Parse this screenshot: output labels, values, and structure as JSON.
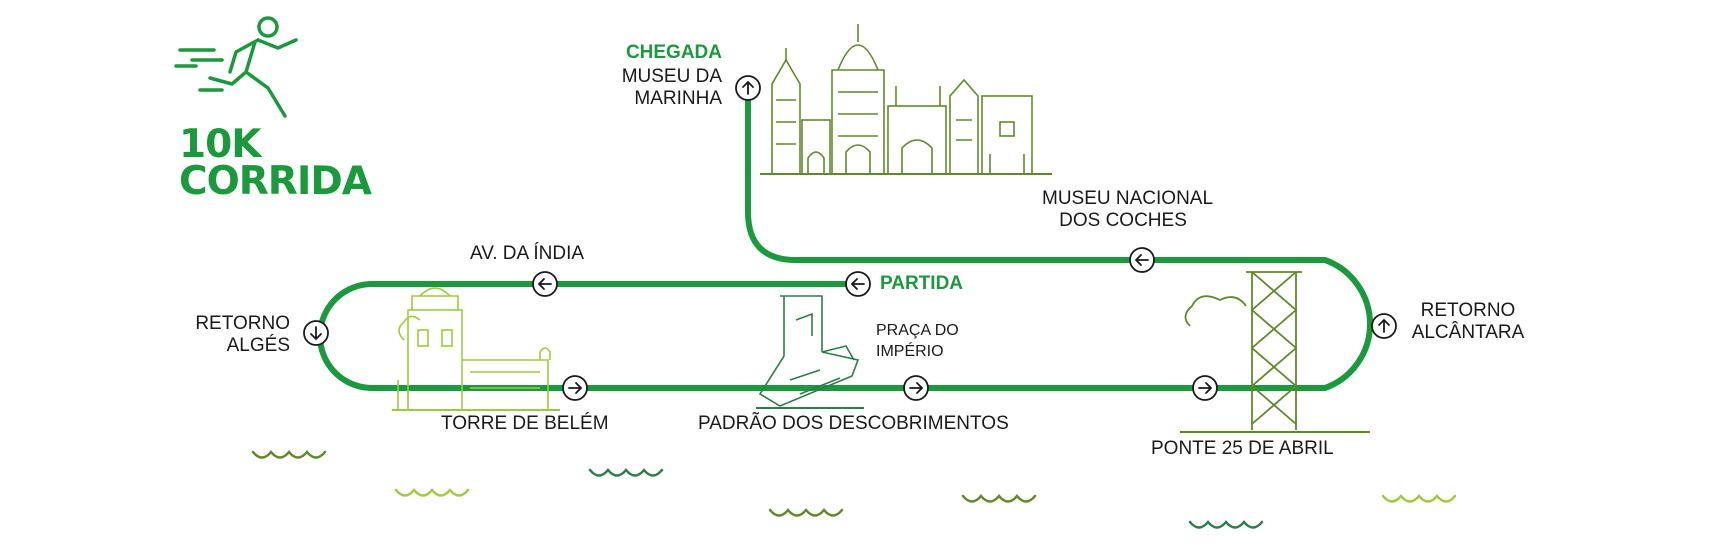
{
  "brand": {
    "line1": "10K",
    "line2": "CORRIDA"
  },
  "labels": {
    "finish_title": "CHEGADA",
    "finish_place_1": "MUSEU DA",
    "finish_place_2": "MARINHA",
    "start": "PARTIDA",
    "av_india": "AV. DA ÍNDIA",
    "coches_1": "MUSEU NACIONAL",
    "coches_2": "DOS COCHES",
    "retorno_alges_1": "RETORNO",
    "retorno_alges_2": "ALGÉS",
    "retorno_alcantara_1": "RETORNO",
    "retorno_alcantara_2": "ALCÂNTARA",
    "praca_1": "PRAÇA DO",
    "praca_2": "IMPÉRIO",
    "torre": "TORRE DE BELÉM",
    "padrao": "PADRÃO DOS DESCOBRIMENTOS",
    "ponte": "PONTE 25 DE ABRIL"
  },
  "icons": {
    "runner": "runner-icon",
    "arrow_left": "arrow-left-icon",
    "arrow_right": "arrow-right-icon",
    "arrow_up": "arrow-up-icon",
    "arrow_down": "arrow-down-icon",
    "wave": "wave-icon",
    "landmarks": [
      "jeronimos-monastery-icon",
      "belem-tower-icon",
      "padrao-monument-icon",
      "bridge-25-abril-icon"
    ]
  },
  "colors": {
    "route": "#1a9a3c",
    "accent": "#1a9a3c",
    "olive": "#5f8a2a",
    "light_green": "#9ccc3c",
    "dark_green": "#2f7d4a",
    "text": "#1a1a1a"
  }
}
